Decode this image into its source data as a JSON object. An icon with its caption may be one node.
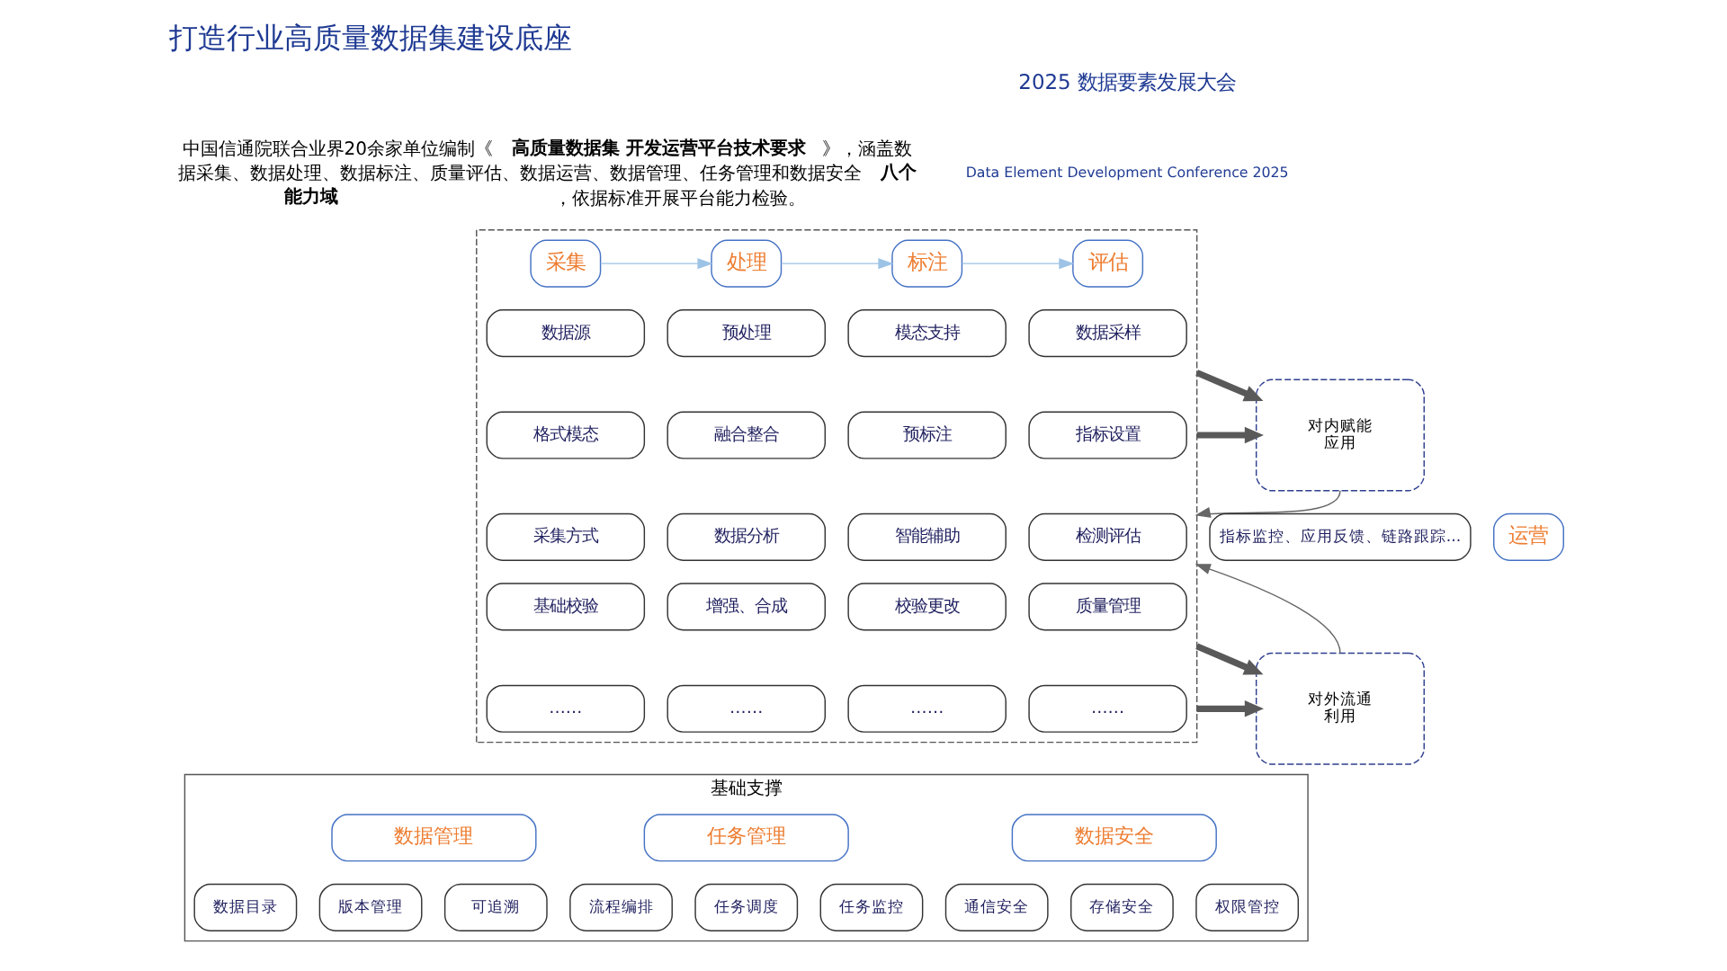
{
  "diagram": {
    "title": "打造行业高质量数据集建设底座",
    "nodes": [
      {
        "text": [],
        "shape": "box"
      },
      {
        "text": [
          "采集"
        ],
        "in": 0
      },
      {
        "text": [
          "处理"
        ],
        "in": 0
      },
      {
        "text": [
          "标注"
        ],
        "in": 0
      },
      {
        "text": [
          "评估"
        ],
        "in": 0
      },
      {
        "text": [
          "数据源"
        ],
        "in": 0
      },
      {
        "text": [
          "预处理"
        ],
        "in": 0
      },
      {
        "text": [
          "模态支持"
        ],
        "in": 0
      },
      {
        "text": [
          "数据采样"
        ],
        "in": 0
      },
      {
        "text": [
          "格式模态"
        ],
        "in": 0
      },
      {
        "text": [
          "融合整合"
        ],
        "in": 0
      },
      {
        "text": [
          "预标注"
        ],
        "in": 0
      },
      {
        "text": [
          "指标设置"
        ],
        "in": 0
      },
      {
        "text": [
          "采集方式"
        ],
        "in": 0
      },
      {
        "text": [
          "数据分析"
        ],
        "in": 0
      },
      {
        "text": [
          "智能辅助"
        ],
        "in": 0
      },
      {
        "text": [
          "检测评估"
        ],
        "in": 0
      },
      {
        "text": [
          "基础校验"
        ],
        "in": 0
      },
      {
        "text": [
          "增强、合成"
        ],
        "in": 0
      },
      {
        "text": [
          "校验更改"
        ],
        "in": 0
      },
      {
        "text": [
          "质量管理"
        ],
        "in": 0
      },
      {
        "text": [
          "……"
        ],
        "in": 0
      },
      {
        "text": [
          "……"
        ],
        "in": 0
      },
      {
        "text": [
          "……"
        ],
        "in": 0
      },
      {
        "text": [
          "……"
        ],
        "in": 0
      },
      {
        "text": [
          "对内赋能",
          "应用"
        ]
      },
      {
        "text": [
          "指标监控、应用反馈、链路跟踪..."
        ]
      },
      {
        "text": [
          "运营"
        ]
      },
      {
        "text": [
          "对外流通",
          "利用"
        ]
      },
      {
        "text": [
          "基础支撑"
        ]
      },
      {
        "text": [
          "数据管理"
        ],
        "in": 29
      },
      {
        "text": [
          "任务管理"
        ],
        "in": 29
      },
      {
        "text": [
          "数据安全"
        ],
        "in": 29
      },
      {
        "text": [
          "数据目录"
        ],
        "in": 29
      },
      {
        "text": [
          "版本管理"
        ],
        "in": 29
      },
      {
        "text": [
          "可追溯"
        ],
        "in": 29
      },
      {
        "text": [
          "流程编排"
        ],
        "in": 29
      },
      {
        "text": [
          "任务调度"
        ],
        "in": 29
      },
      {
        "text": [
          "任务监控"
        ],
        "in": 29
      },
      {
        "text": [
          "通信安全"
        ],
        "in": 29
      },
      {
        "text": [
          "存储安全"
        ],
        "in": 29
      },
      {
        "text": [
          "权限管控"
        ],
        "in": 29
      }
    ],
    "edges": [
      {
        "from": 1,
        "to": 2,
        "arrow": "to",
        "color": "#9dc3e6"
      },
      {
        "from": 2,
        "to": 3,
        "arrow": "to",
        "color": "#9dc3e6"
      },
      {
        "from": 3,
        "to": 4,
        "arrow": "to",
        "color": "#9dc3e6"
      },
      {
        "from": 0,
        "to": 25,
        "arrow": "to",
        "style": "thick"
      },
      {
        "from": 0,
        "to": 25,
        "arrow": "to",
        "style": "thick"
      },
      {
        "from": 25,
        "to": 0,
        "arrow": "to"
      },
      {
        "from": 0,
        "to": 28,
        "arrow": "to",
        "style": "thick"
      },
      {
        "from": 0,
        "to": 28,
        "arrow": "to",
        "style": "thick"
      },
      {
        "from": 28,
        "to": 0,
        "arrow": "to"
      }
    ],
    "labels": [
      "2025 数据要素发展大会",
      "Data Element Development Conference 2025",
      "中国信通院联合业界20余家单位编制《**高质量数据集 开发运营平台技术要求**》，涵盖数据采集、数据处理、数据标注、质量评估、数据运营、数据管理、任务管理和数据安全**八个能力域**，依据标准开展平台能力检验。"
    ]
  }
}
